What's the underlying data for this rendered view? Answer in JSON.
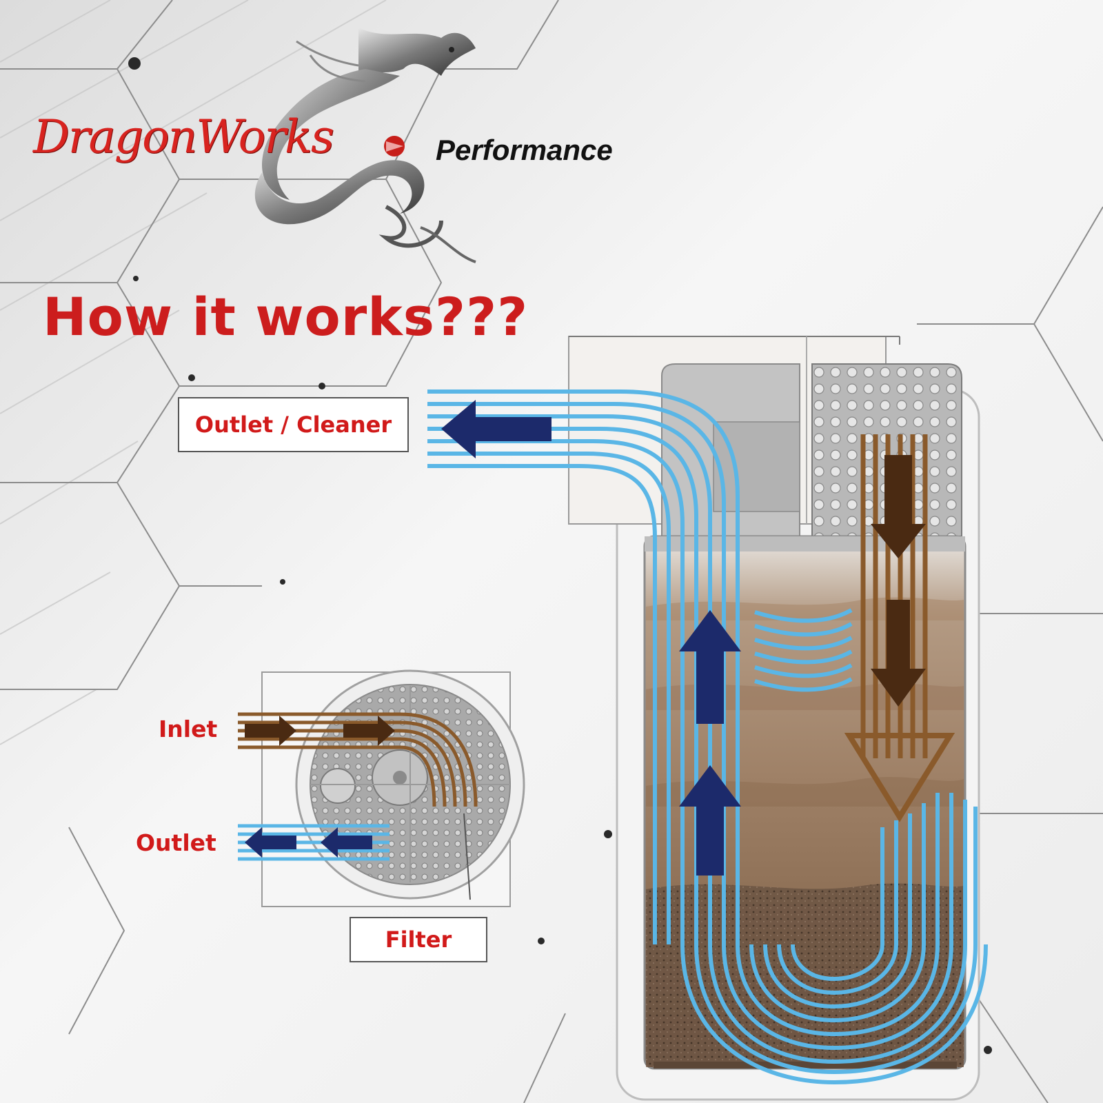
{
  "brand": {
    "name": "DragonWorks",
    "tagline": "Performance"
  },
  "headline": "How it works???",
  "labels": {
    "outlet_cleaner": "Outlet / Cleaner",
    "inlet": "Inlet",
    "outlet": "Outlet",
    "filter": "Filter"
  },
  "colors": {
    "clean_flow": "#5ab6e6",
    "dirty_flow": "#8a5a2b",
    "arrow_clean": "#1c2a6b",
    "arrow_dirty": "#4a2a12",
    "label_text": "#d11a1a"
  }
}
